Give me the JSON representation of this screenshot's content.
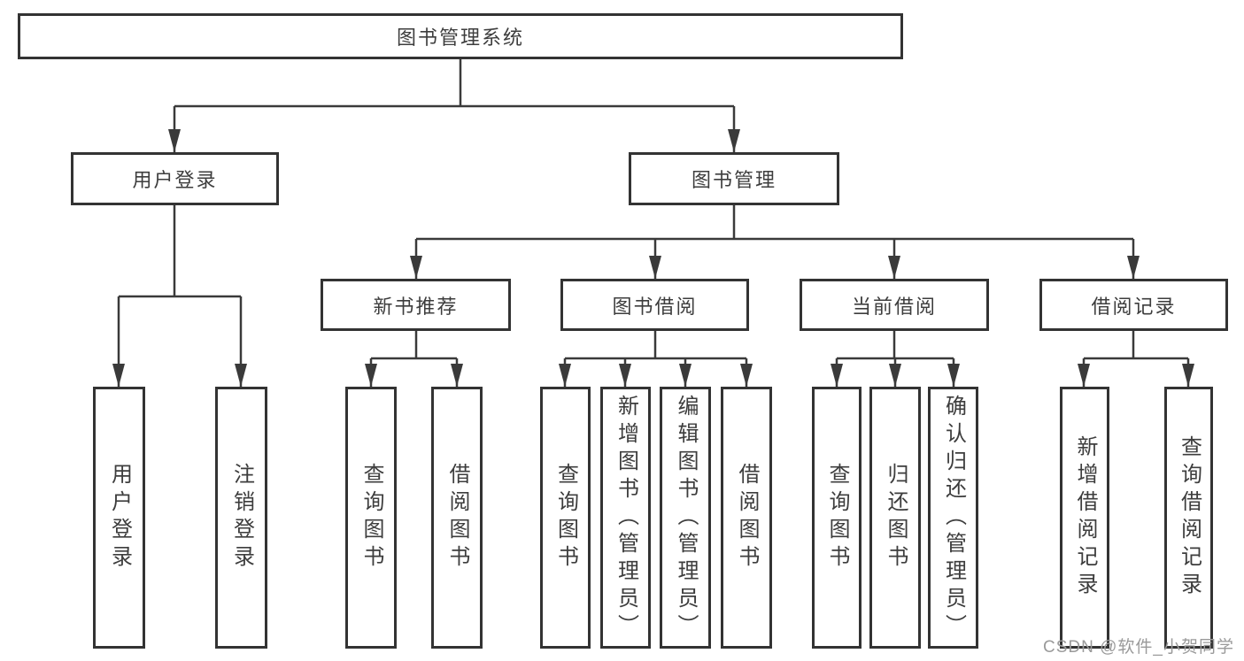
{
  "root": {
    "label": "图书管理系统"
  },
  "level2": [
    {
      "label": "用户登录"
    },
    {
      "label": "图书管理"
    }
  ],
  "level3": [
    {
      "label": "新书推荐"
    },
    {
      "label": "图书借阅"
    },
    {
      "label": "当前借阅"
    },
    {
      "label": "借阅记录"
    }
  ],
  "leaves": {
    "user_login": [
      {
        "label": "用户登录"
      },
      {
        "label": "注销登录"
      }
    ],
    "new_book_rec": [
      {
        "label": "查询图书"
      },
      {
        "label": "借阅图书"
      }
    ],
    "book_borrow": [
      {
        "label": "查询图书"
      },
      {
        "label": "新增图书（管理员）"
      },
      {
        "label": "编辑图书（管理员）"
      },
      {
        "label": "借阅图书"
      }
    ],
    "current_borrow": [
      {
        "label": "查询图书"
      },
      {
        "label": "归还图书"
      },
      {
        "label": "确认归还（管理员）"
      }
    ],
    "borrow_record": [
      {
        "label": "新增借阅记录"
      },
      {
        "label": "查询借阅记录"
      }
    ]
  },
  "watermark": "CSDN @软件_小贺同学",
  "colors": {
    "line": "#3a3a3a",
    "border": "#333333",
    "text": "#3d3d3d",
    "watermark": "#9a9a9a",
    "background": "#ffffff"
  }
}
